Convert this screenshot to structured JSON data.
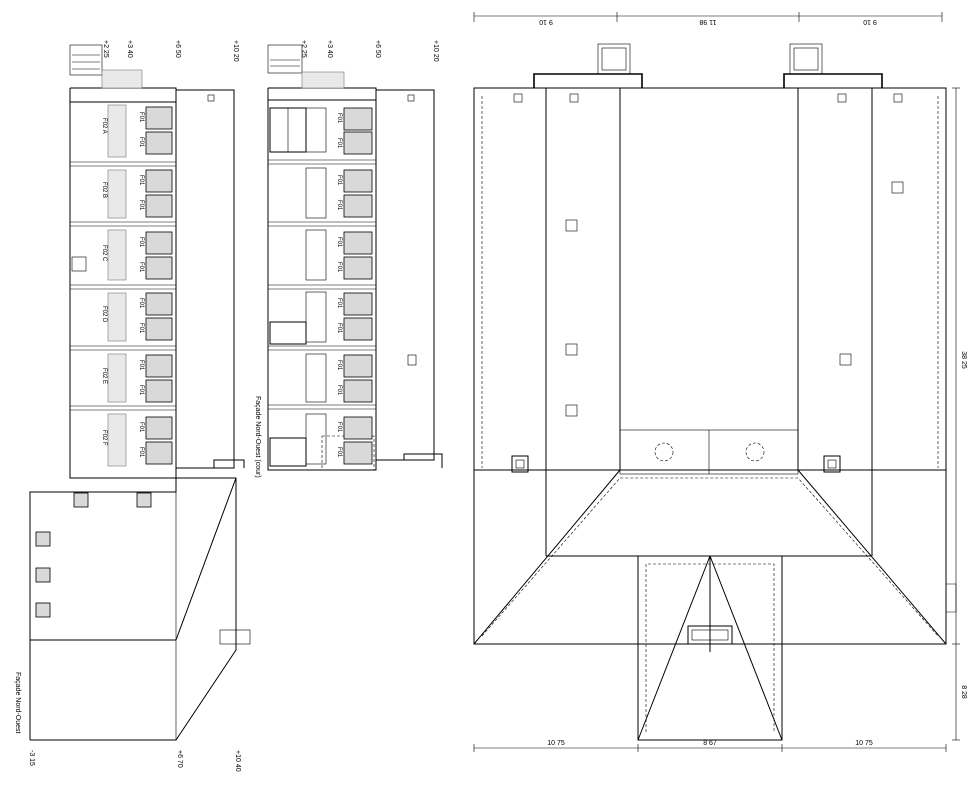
{
  "left_elevation": {
    "title": "Façade Nord-Ouest",
    "levels": [
      "+2 25",
      "+3 40",
      "+6 50",
      "+10 20"
    ],
    "floor_labels": [
      "F02 A",
      "F02 B",
      "F02 C",
      "F02 D",
      "F02 E",
      "F02 F"
    ],
    "window_label": "F01",
    "bottom_levels": [
      "-3 15",
      "+6 70",
      "+10 40"
    ]
  },
  "middle_elevation": {
    "title": "Façade Nord-Ouest (cour)",
    "levels": [
      "+2 25",
      "+3 40",
      "+6 50",
      "+10 20"
    ],
    "window_label": "F01"
  },
  "roof_plan": {
    "top_dims": [
      "9 10",
      "11 98",
      "9 10"
    ],
    "right_dims": [
      "38 25",
      "8 28"
    ],
    "bottom_dims": [
      "10 75",
      "8 67",
      "10 75"
    ]
  }
}
